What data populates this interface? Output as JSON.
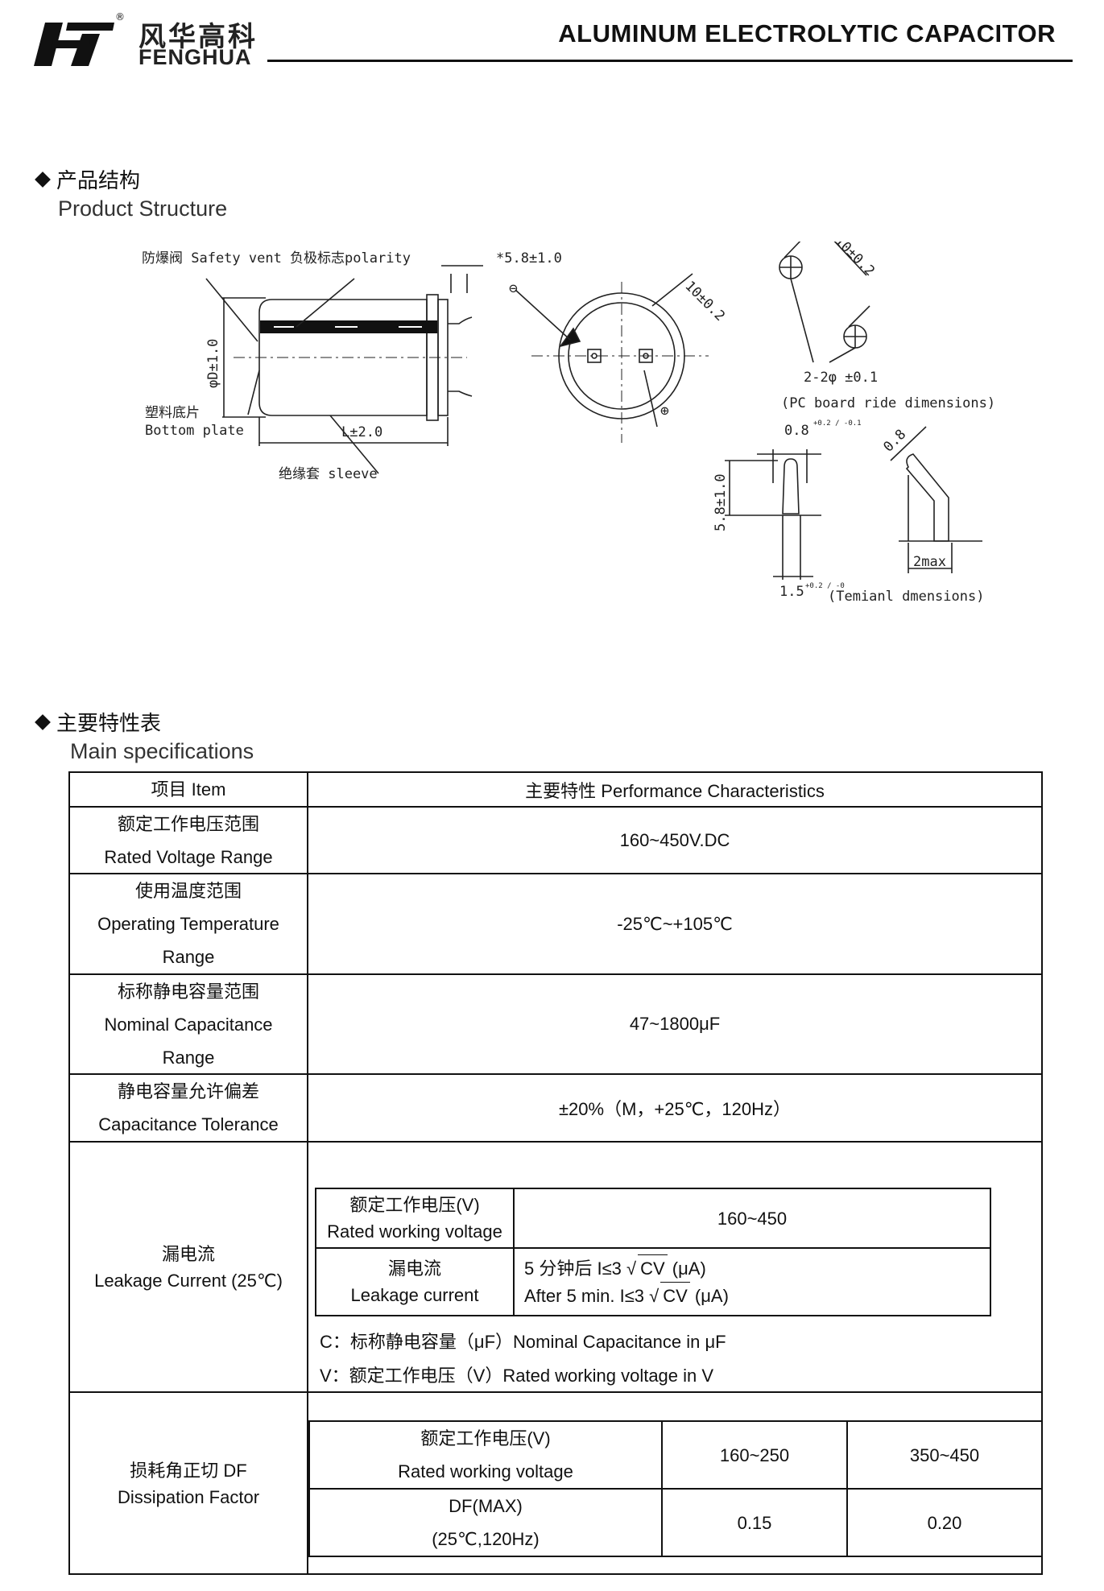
{
  "header": {
    "brand_cn": "风华高科",
    "brand_en": "FENGHUA",
    "title": "ALUMINUM ELECTROLYTIC CAPACITOR"
  },
  "structure": {
    "section_cn": "产品结构",
    "section_en": "Product Structure",
    "labels": {
      "safety_vent": "防爆阀 Safety vent 负极标志polarity",
      "lead_dim": "*5.8±1.0",
      "diameter": "φD±1.0",
      "bottom_plate_cn": "塑料底片",
      "bottom_plate_en": "Bottom plate",
      "length": "L±2.0",
      "sleeve": "绝缘套  sleeve",
      "pitch_top": "10±0.2",
      "pitch_right": "10±0.2",
      "hole": "2-2φ ±0.1",
      "pcb": "(PC board ride dimensions)",
      "term_w": "0.8",
      "term_w_tol": "+0.2 / -0.1",
      "term_h": "5.8±1.0",
      "term_base": "1.5",
      "term_base_tol": "+0.2 / -0",
      "term_caption": "(Temianl dmensions)",
      "bent_w": "0.8",
      "bent_max": "2max",
      "minus": "⊖",
      "plus": "⊕"
    }
  },
  "specs": {
    "section_cn": "主要特性表",
    "section_en": "Main specifications",
    "head_item": "项目 Item",
    "head_perf": "主要特性 Performance Characteristics",
    "rated_voltage": {
      "cn": "额定工作电压范围",
      "en": "Rated Voltage Range",
      "value": "160~450V.DC"
    },
    "temp": {
      "cn": "使用温度范围",
      "en1": "Operating Temperature",
      "en2": "Range",
      "value": "-25℃~+105℃"
    },
    "cap": {
      "cn": "标称静电容量范围",
      "en1": "Nominal Capacitance",
      "en2": "Range",
      "value": "47~1800μF"
    },
    "tol": {
      "cn": "静电容量允许偏差",
      "en": "Capacitance Tolerance",
      "value": "±20%（M，+25℃，120Hz）"
    },
    "leakage": {
      "cn": "漏电流",
      "en": "Leakage Current (25℃)",
      "row1_cn": "额定工作电压(V)",
      "row1_en": "Rated working voltage",
      "row1_val": "160~450",
      "row2_cn": "漏电流",
      "row2_en": "Leakage current",
      "f1_pre": "5 分钟后 I≤3",
      "f2_pre": "After 5 min. I≤3",
      "f_rad": "CV",
      "f_unit": "(μA)",
      "note_c": "C：标称静电容量（μF）Nominal Capacitance in μF",
      "note_v": "V：额定工作电压（V）Rated working voltage in V"
    },
    "df": {
      "cn": "损耗角正切 DF",
      "en": "Dissipation Factor",
      "h_cn": "额定工作电压(V)",
      "h_en": "Rated working voltage",
      "col1": "160~250",
      "col2": "350~450",
      "r_cn": "DF(MAX)",
      "r_en": "(25℃,120Hz)",
      "v1": "0.15",
      "v2": "0.20"
    }
  }
}
